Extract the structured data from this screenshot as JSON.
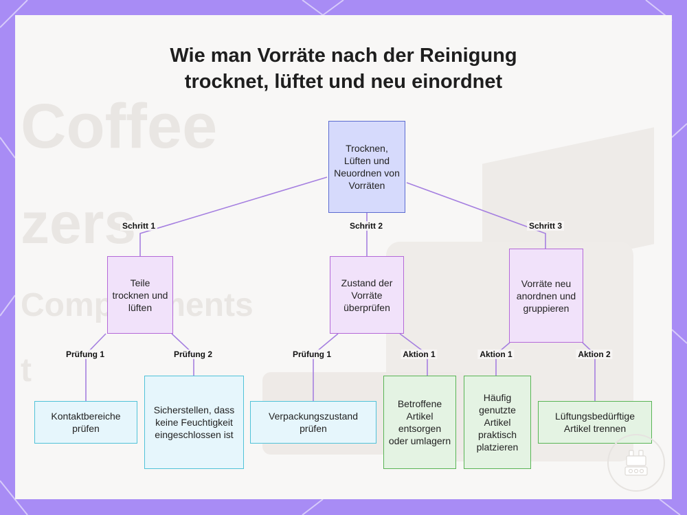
{
  "title_line1": "Wie man Vorräte nach der Reinigung",
  "title_line2": "trocknet, lüftet und neu einordnet",
  "colors": {
    "frame": "#a88cf5",
    "root_fill": "#d6dafc",
    "step_fill": "#f1e2fa",
    "check_fill": "#e6f6fc",
    "action_fill": "#e4f3e3",
    "edge": "#a57fe0"
  },
  "nodes": {
    "root": "Trocknen, Lüften und Neuordnen von Vorräten",
    "step1": "Teile trocknen und lüften",
    "step2": "Zustand der Vorräte überprüfen",
    "step3": "Vorräte neu anordnen und gruppieren",
    "leaf1": "Kontaktbereiche prüfen",
    "leaf2": "Sicherstellen, dass keine Feuchtigkeit eingeschlossen ist",
    "leaf3": "Verpackungszustand prüfen",
    "leaf4": "Betroffene Artikel entsorgen oder umlagern",
    "leaf5": "Häufig genutzte Artikel praktisch platzieren",
    "leaf6": "Lüftungsbedürftige Artikel trennen"
  },
  "edge_labels": {
    "s1": "Schritt 1",
    "s2": "Schritt 2",
    "s3": "Schritt 3",
    "l1": "Prüfung 1",
    "l2": "Prüfung 2",
    "l3": "Prüfung 1",
    "l4": "Aktion 1",
    "l5": "Aktion 1",
    "l6": "Aktion 2"
  },
  "background_words": [
    "Coffee",
    "zers",
    "Compartments",
    "t"
  ],
  "logo_icon": "robot-icon"
}
